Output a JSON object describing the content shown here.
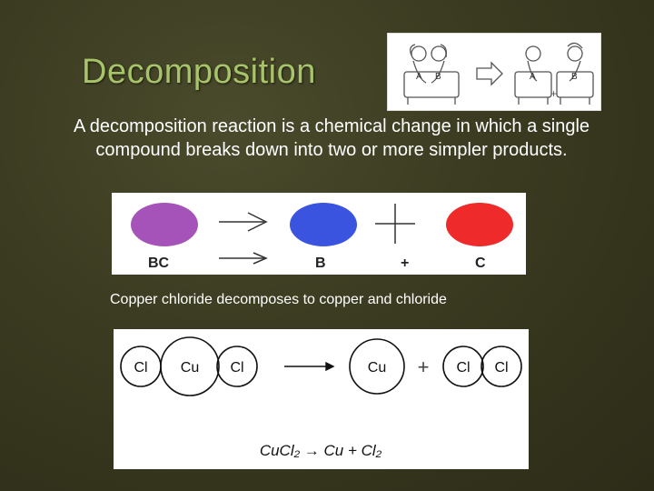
{
  "slide": {
    "title": "Decomposition",
    "body": "A decomposition reaction is a chemical change in which a single compound breaks down into two or more simpler products.",
    "caption": "Copper chloride decomposes to copper and chloride"
  },
  "intro_diagram": {
    "labels": [
      "A",
      "B",
      "A",
      "B"
    ],
    "plus": "+"
  },
  "bc_diagram": {
    "labels": [
      "BC",
      "B",
      "+",
      "C"
    ],
    "colors": {
      "reactant": "#a553b8",
      "product_b": "#3a54e0",
      "product_c": "#ee2a2a"
    }
  },
  "cucl_diagram": {
    "reactant_atoms": [
      "Cl",
      "Cu",
      "Cl"
    ],
    "product_atoms": [
      "Cu",
      "Cl",
      "Cl"
    ],
    "plus": "+",
    "equation": "CuCl₂ → Cu + Cl₂"
  }
}
